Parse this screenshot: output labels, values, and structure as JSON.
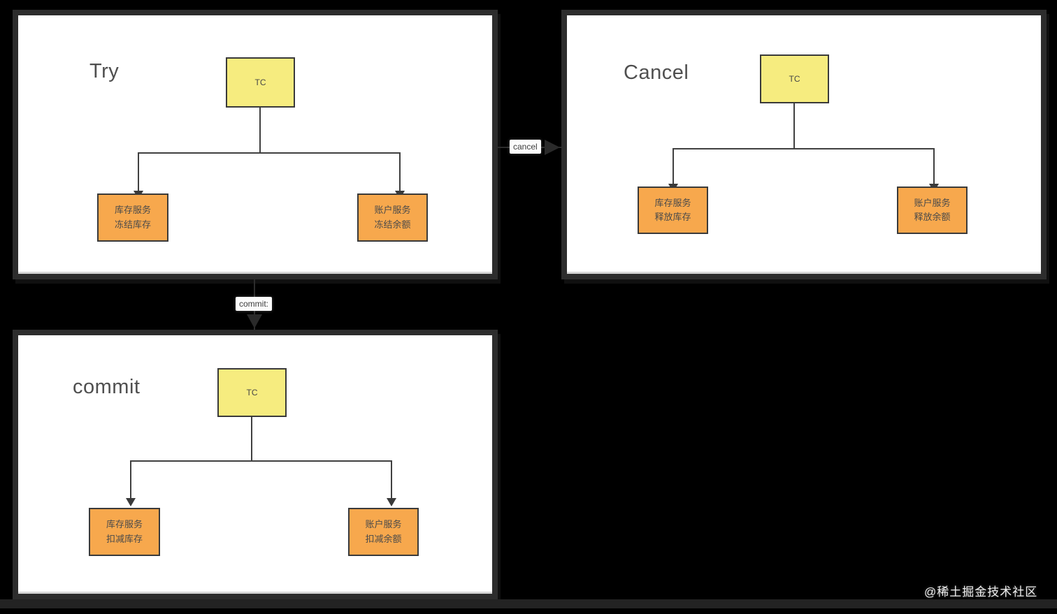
{
  "page": {
    "watermark": "@稀土掘金技术社区"
  },
  "colors": {
    "background": "#000000",
    "panel_bg": "#ffffff",
    "panel_border": "#2d2d2d",
    "tc_fill": "#f6ec7f",
    "service_fill": "#f7a84d",
    "box_border": "#3a3a3a",
    "line": "#404040",
    "title_text": "#4f4f4f"
  },
  "panels": [
    {
      "id": "try",
      "title": "Try",
      "tc_label": "TC",
      "left_box": {
        "line1": "库存服务",
        "line2": "冻结库存"
      },
      "right_box": {
        "line1": "账户服务",
        "line2": "冻结余额"
      }
    },
    {
      "id": "cancel",
      "title": "Cancel",
      "tc_label": "TC",
      "left_box": {
        "line1": "库存服务",
        "line2": "释放库存"
      },
      "right_box": {
        "line1": "账户服务",
        "line2": "释放余额"
      }
    },
    {
      "id": "commit",
      "title": "commit",
      "tc_label": "TC",
      "left_box": {
        "line1": "库存服务",
        "line2": "扣减库存"
      },
      "right_box": {
        "line1": "账户服务",
        "line2": "扣减余额"
      }
    }
  ],
  "connectors": {
    "cancel": {
      "label": "cancel"
    },
    "commit": {
      "label": "commit:"
    }
  }
}
